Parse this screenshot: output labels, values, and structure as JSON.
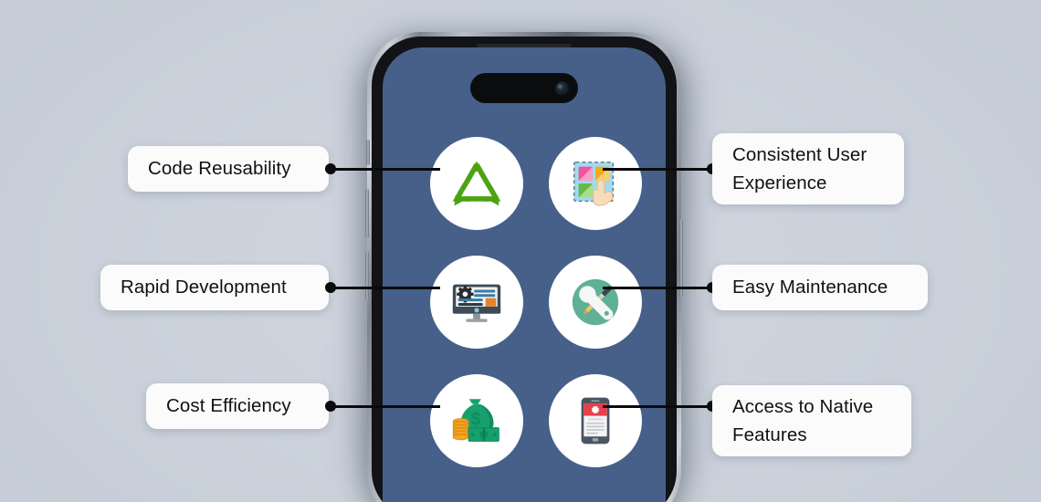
{
  "background": {
    "color": "#ccd3dd"
  },
  "device": {
    "name": "smartphone-mockup",
    "screen_color": "#466089",
    "frame_color": "#5d636c",
    "island": "dynamic-island"
  },
  "features": [
    {
      "id": "code-reusability",
      "label": "Code Reusability",
      "side": "left",
      "row": 1,
      "icon": "recycle-icon",
      "icon_colors": [
        "#4ca312",
        "#62b31b"
      ]
    },
    {
      "id": "consistent-user-experience",
      "label": "Consistent User Experience",
      "side": "right",
      "row": 1,
      "icon": "ui-touch-grid-icon",
      "icon_colors": [
        "#8fd3ef",
        "#f4529b",
        "#f7a81b",
        "#78c850",
        "#f6d8b8"
      ]
    },
    {
      "id": "rapid-development",
      "label": "Rapid Development",
      "side": "left",
      "row": 2,
      "icon": "desktop-settings-icon",
      "icon_colors": [
        "#3c4b57",
        "#2c3a45",
        "#3a7ca5",
        "#e8832a"
      ]
    },
    {
      "id": "easy-maintenance",
      "label": "Easy Maintenance",
      "side": "right",
      "row": 2,
      "icon": "wrench-screwdriver-icon",
      "icon_colors": [
        "#5fb094",
        "#f2f3f4",
        "#e8c86a",
        "#37474f"
      ]
    },
    {
      "id": "cost-efficiency",
      "label": "Cost Efficiency",
      "side": "left",
      "row": 3,
      "icon": "money-bag-coins-icon",
      "icon_colors": [
        "#17a06e",
        "#0e8d5e",
        "#f5a623",
        "#d98c14"
      ]
    },
    {
      "id": "access-to-native-features",
      "label": "Access to Native Features",
      "side": "right",
      "row": 3,
      "icon": "mobile-app-icon",
      "icon_colors": [
        "#4b5563",
        "#e8404a",
        "#ffffff",
        "#cfd4da"
      ]
    }
  ]
}
